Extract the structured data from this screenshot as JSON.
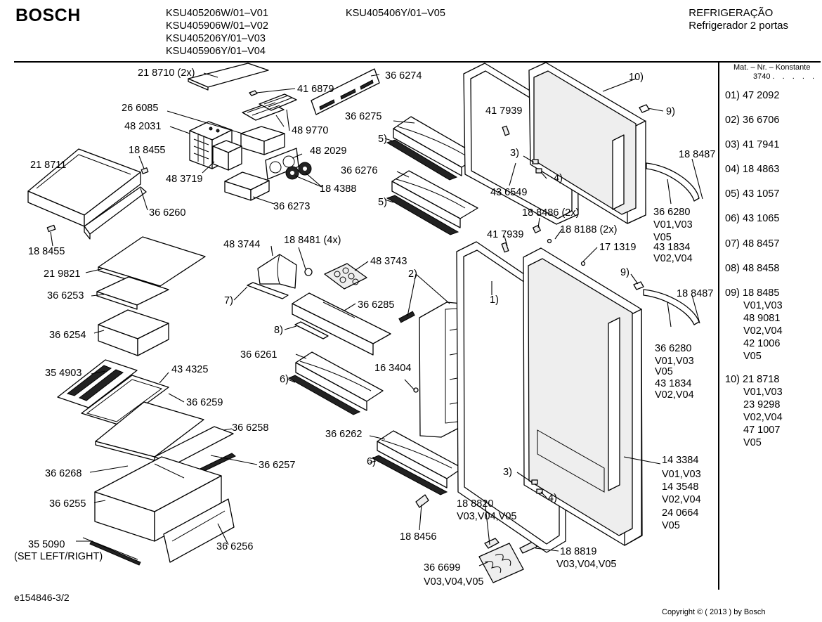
{
  "header": {
    "brand": "BOSCH",
    "models_col1": [
      "KSU405206W/01–V01",
      "KSU405906W/01–V02",
      "KSU405206Y/01–V03",
      "KSU405906Y/01–V04"
    ],
    "models_col2": [
      "KSU405406Y/01–V05"
    ],
    "category": "REFRIGERAÇÃO",
    "subtitle": "Refrigerador 2 portas"
  },
  "legend": {
    "konstante_label": "Mat. – Nr. – Konstante",
    "konstante_value": "3740",
    "konstante_dots": ". . . . . .",
    "entries": [
      {
        "ref": "01)",
        "lines": [
          "47 2092"
        ]
      },
      {
        "ref": "02)",
        "lines": [
          "36 6706"
        ]
      },
      {
        "ref": "03)",
        "lines": [
          "41 7941"
        ]
      },
      {
        "ref": "04)",
        "lines": [
          "18 4863"
        ]
      },
      {
        "ref": "05)",
        "lines": [
          "43 1057"
        ]
      },
      {
        "ref": "06)",
        "lines": [
          "43 1065"
        ]
      },
      {
        "ref": "07)",
        "lines": [
          "48 8457"
        ]
      },
      {
        "ref": "08)",
        "lines": [
          "48 8458"
        ]
      },
      {
        "ref": "09)",
        "lines": [
          "18 8485",
          "V01,V03",
          "48 9081",
          "V02,V04",
          "42 1006",
          "V05"
        ]
      },
      {
        "ref": "10)",
        "lines": [
          "21 8718",
          "V01,V03",
          "23 9298",
          "V02,V04",
          "47 1007",
          "V05"
        ]
      }
    ]
  },
  "callouts": {
    "c218710": "21 8710 (2x)",
    "c416879": "41 6879",
    "c366274": "36 6274",
    "c266085": "26 6085",
    "c489770": "48 9770",
    "c482031": "48 2031",
    "c366275": "36 6275",
    "c417939a": "41 7939",
    "c10": "10)",
    "c9a": "9)",
    "c188455a": "18 8455",
    "c482029": "48 2029",
    "c5a": "5)",
    "c3a": "3)",
    "c188487a": "18 8487",
    "c218711": "21 8711",
    "c483719": "48 3719",
    "c184388": "18 4388",
    "c366276": "36 6276",
    "c4a": "4)",
    "c436549": "43 6549",
    "c366273": "36 6273",
    "c366260": "36 6260",
    "c5b": "5)",
    "c188486": "18 8486 (2x)",
    "c366280a": "36 6280",
    "v0103a": "V01,V03",
    "v05a": "V05",
    "c431834a": "43 1834",
    "v0204a": "V02,V04",
    "c188455b": "18 8455",
    "c417939b": "41 7939",
    "c188188": "18 8188 (2x)",
    "c483744": "48 3744",
    "c188481": "18 8481 (4x)",
    "c171319": "17 1319",
    "c219821": "21 9821",
    "c483743": "48 3743",
    "c2": "2)",
    "c9b": "9)",
    "c366253": "36 6253",
    "c7": "7)",
    "c1": "1)",
    "c188487b": "18 8487",
    "c366285": "36 6285",
    "c366254": "36 6254",
    "c8": "8)",
    "c366261": "36 6261",
    "c366280b": "36 6280",
    "v0103b": "V01,V03",
    "v05b": "V05",
    "c431834b": "43 1834",
    "v0204b": "V02,V04",
    "c354903": "35 4903",
    "c434325": "43 4325",
    "c163404": "16 3404",
    "c6a": "6)",
    "c366259": "36 6259",
    "c366258": "36 6258",
    "c366262": "36 6262",
    "c366268": "36 6268",
    "c366257": "36 6257",
    "c6b": "6)",
    "c143384": "14 3384",
    "v0103c": "V01,V03",
    "c143548": "14 3548",
    "v0204c": "V02,V04",
    "c240664": "24 0664",
    "v05c": "V05",
    "c3b": "3)",
    "c366255": "36 6255",
    "c188820": "18 8820",
    "v030405a": "V03,V04,V05",
    "c4b": "4)",
    "c355090": "35 5090",
    "set_lr": "(SET LEFT/RIGHT)",
    "c366256": "36 6256",
    "c188456": "18 8456",
    "c188819": "18 8819",
    "v030405b": "V03,V04,V05",
    "c366699": "36 6699",
    "v030405c": "V03,V04,V05"
  },
  "footer": {
    "drawing_id": "e154846-3/2",
    "copyright": "Copyright © ( 2013 ) by Bosch"
  }
}
